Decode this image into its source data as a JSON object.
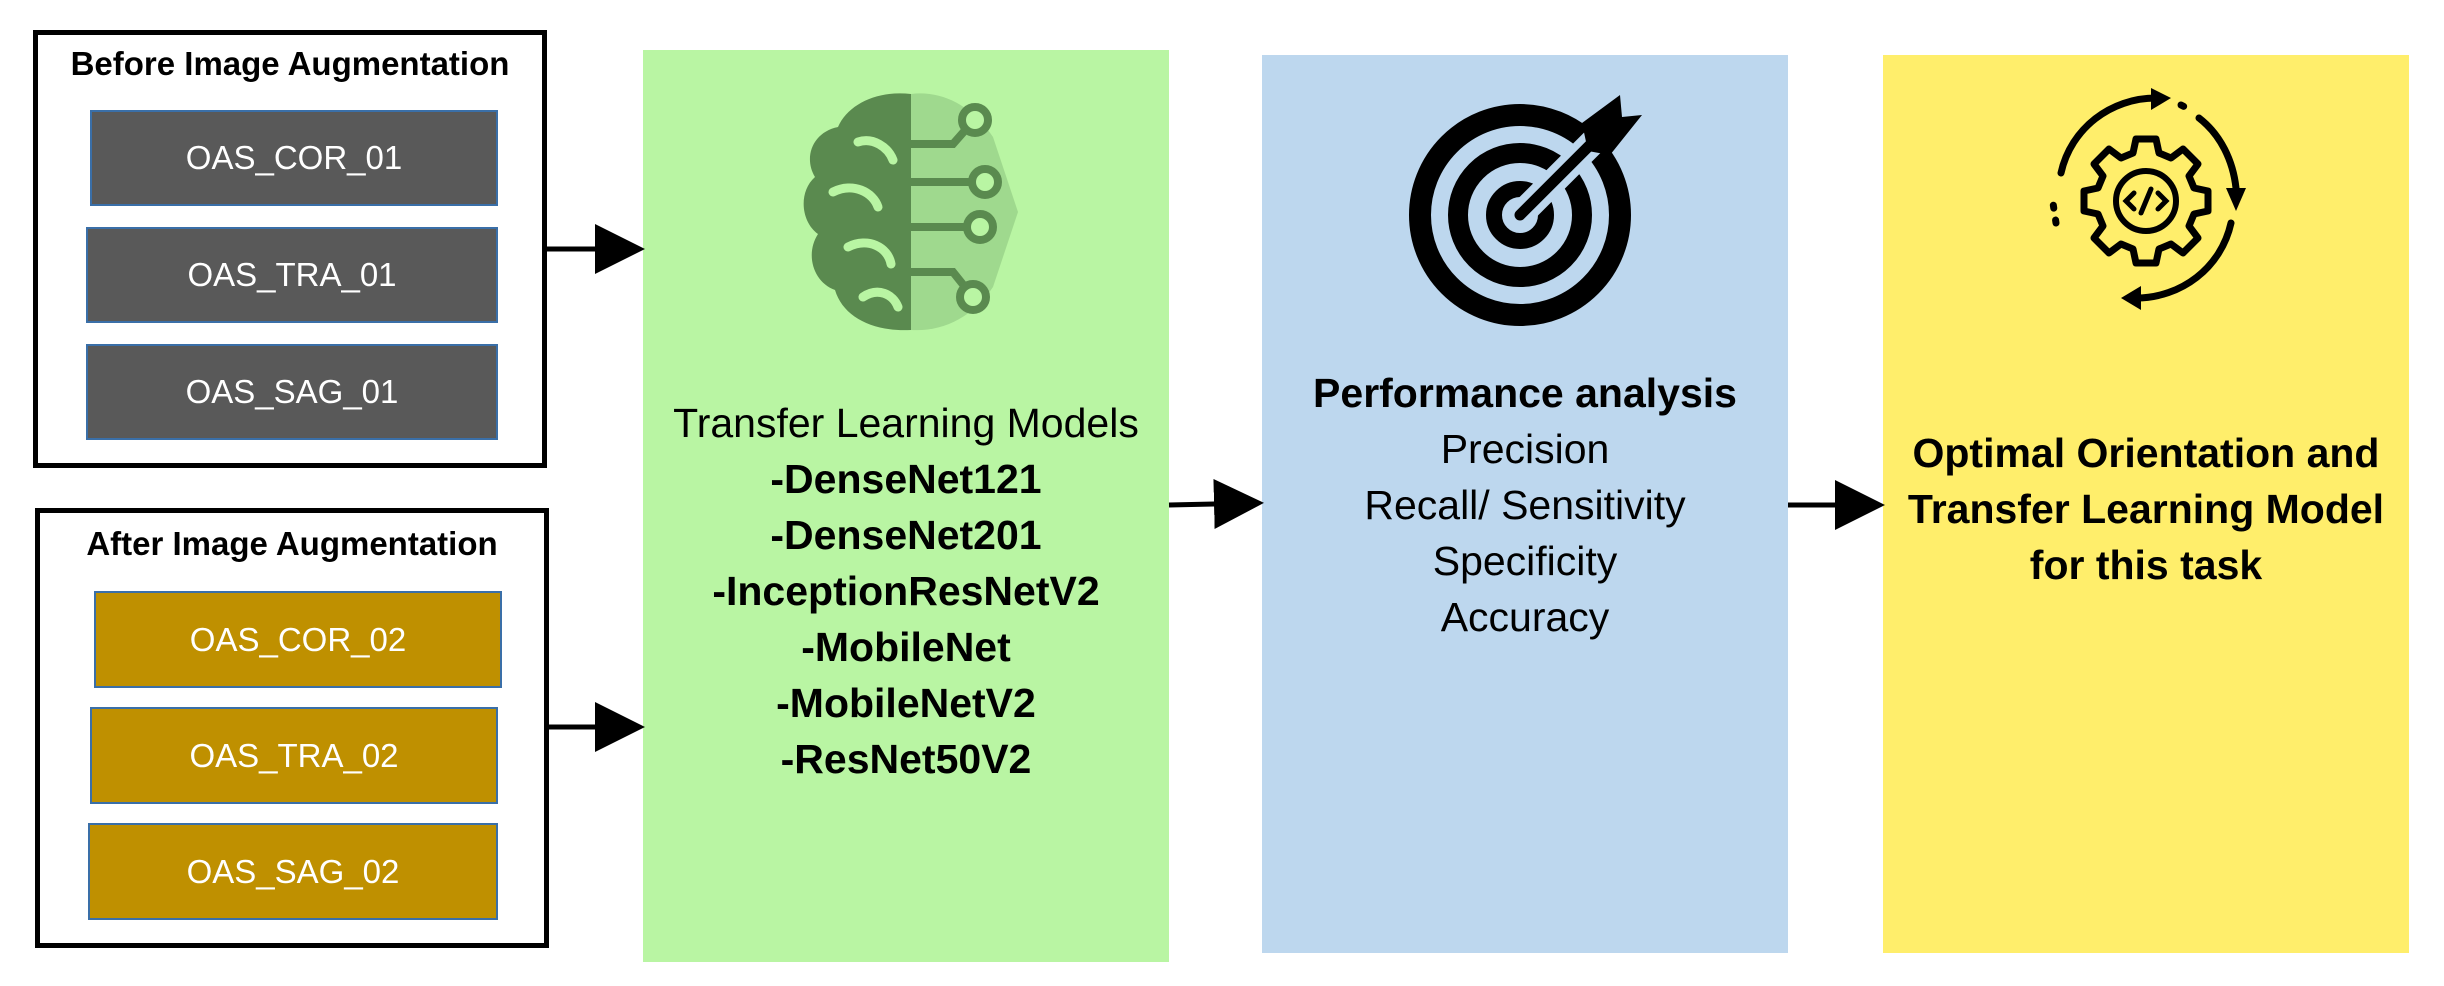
{
  "before_group": {
    "title": "Before Image Augmentation",
    "datasets": [
      "OAS_COR_01",
      "OAS_TRA_01",
      "OAS_SAG_01"
    ]
  },
  "after_group": {
    "title": "After Image Augmentation",
    "datasets": [
      "OAS_COR_02",
      "OAS_TRA_02",
      "OAS_SAG_02"
    ]
  },
  "models_panel": {
    "icon": "brain-circuit-icon",
    "heading": "Transfer Learning Models",
    "models": [
      "-DenseNet121",
      "-DenseNet201",
      "-InceptionResNetV2",
      "-MobileNet",
      "-MobileNetV2",
      "-ResNet50V2"
    ]
  },
  "performance_panel": {
    "icon": "target-arrow-icon",
    "heading": "Performance analysis",
    "metrics": [
      "Precision",
      "Recall/ Sensitivity",
      "Specificity",
      "Accuracy"
    ]
  },
  "result_panel": {
    "icon": "gear-code-cycle-icon",
    "lines": [
      "Optimal Orientation and",
      "Transfer Learning Model",
      "for this task"
    ]
  },
  "colors": {
    "before_dataset": "#595959",
    "after_dataset": "#bf9000",
    "models_panel": "#b9f5a3",
    "performance_panel": "#bdd7ee",
    "result_panel": "#ffee6b"
  }
}
